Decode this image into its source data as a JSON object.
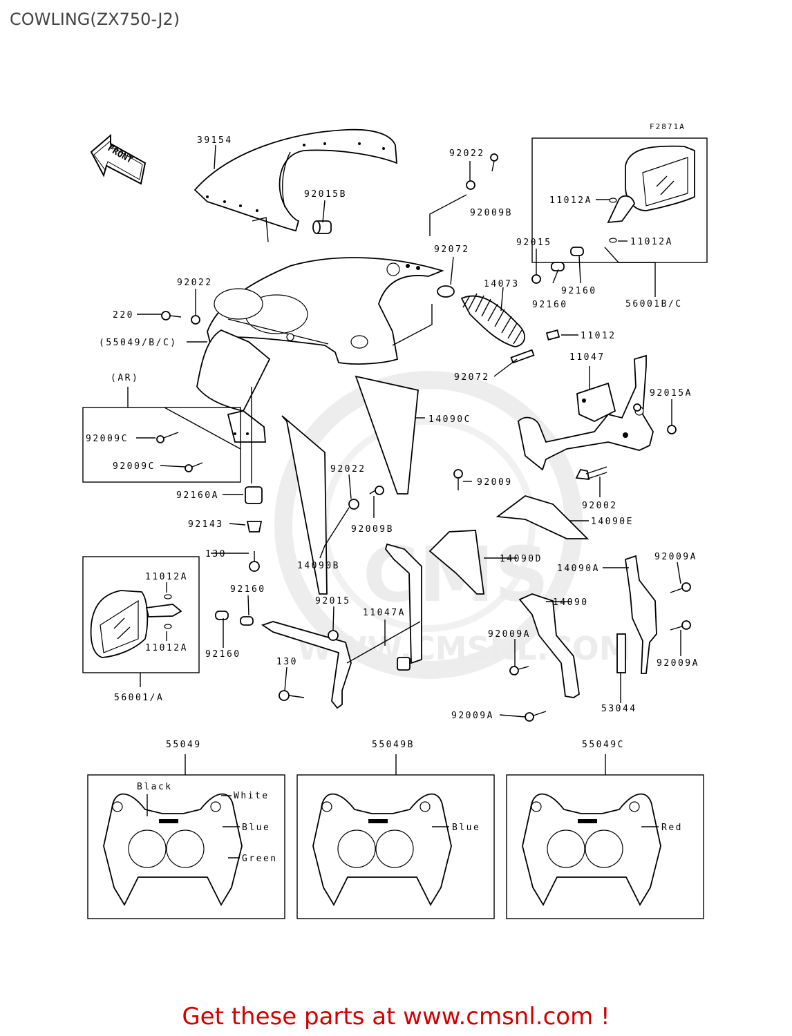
{
  "title": "COWLING(ZX750-J2)",
  "figure_code": "F2871A",
  "front_arrow": "FRONT",
  "watermark": {
    "letters": "CMS",
    "url": "WWW.CMSNL.COM"
  },
  "footer": "Get these parts at www.cmsnl.com !",
  "parts": [
    {
      "id": "39154"
    },
    {
      "id": "92015B"
    },
    {
      "id": "92022"
    },
    {
      "id": "92009B"
    },
    {
      "id": "92072"
    },
    {
      "id": "92015"
    },
    {
      "id": "92160"
    },
    {
      "id": "92160"
    },
    {
      "id": "14073"
    },
    {
      "id": "11012A"
    },
    {
      "id": "11012A"
    },
    {
      "id": "56001B/C"
    },
    {
      "id": "92022"
    },
    {
      "id": "220"
    },
    {
      "id": "(55049/B/C)"
    },
    {
      "id": "11012"
    },
    {
      "id": "92072"
    },
    {
      "id": "11047"
    },
    {
      "id": "92015A"
    },
    {
      "id": "(AR)"
    },
    {
      "id": "92009C"
    },
    {
      "id": "92009C"
    },
    {
      "id": "14090C"
    },
    {
      "id": "92022"
    },
    {
      "id": "92160A"
    },
    {
      "id": "92009B"
    },
    {
      "id": "92143"
    },
    {
      "id": "92009"
    },
    {
      "id": "92002"
    },
    {
      "id": "14090E"
    },
    {
      "id": "130"
    },
    {
      "id": "14090B"
    },
    {
      "id": "14090D"
    },
    {
      "id": "14090A"
    },
    {
      "id": "92009A"
    },
    {
      "id": "11012A"
    },
    {
      "id": "92160"
    },
    {
      "id": "92015"
    },
    {
      "id": "11047A"
    },
    {
      "id": "14090"
    },
    {
      "id": "11012A"
    },
    {
      "id": "92009A"
    },
    {
      "id": "92160"
    },
    {
      "id": "92009A"
    },
    {
      "id": "130"
    },
    {
      "id": "56001/A"
    },
    {
      "id": "92009A"
    },
    {
      "id": "53044"
    }
  ],
  "variants": [
    {
      "part": "55049",
      "colors": [
        "Black",
        "White",
        "Blue",
        "Green"
      ]
    },
    {
      "part": "55049B",
      "colors": [
        "Blue"
      ]
    },
    {
      "part": "55049C",
      "colors": [
        "Red"
      ]
    }
  ]
}
